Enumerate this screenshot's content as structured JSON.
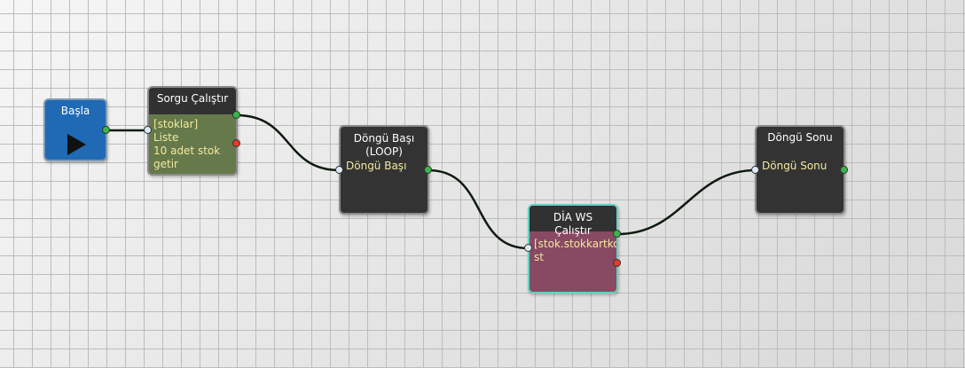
{
  "nodes": {
    "start": {
      "title": "Başla",
      "icon": "play-icon"
    },
    "query": {
      "title": "Sorgu Çalıştır",
      "body": "[stoklar]\nListe\n10 adet stok\ngetir"
    },
    "loop": {
      "title": "Döngü Başı\n(LOOP)",
      "body": "Döngü Başı"
    },
    "ws": {
      "title": "DİA WS\nÇalıştır",
      "body": "[stok.stokkartkod\nst"
    },
    "loop_end": {
      "title": "Döngü Sonu",
      "body": "Döngü Sonu"
    }
  },
  "colors": {
    "start": "#2069b4",
    "query": "#66794a",
    "loop": "#333333",
    "ws": "#884a63",
    "ws_border": "#5fd3c0",
    "port_in": "#dfeaf7",
    "port_out": "#39b54a",
    "port_error": "#e53a2a",
    "node_text": "#f3e9a0"
  }
}
